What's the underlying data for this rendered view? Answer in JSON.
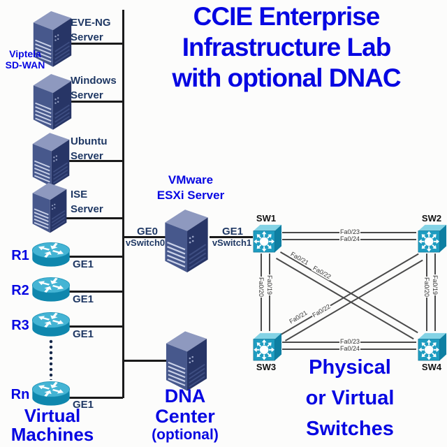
{
  "title": {
    "line1": "CCIE Enterprise",
    "line2": "Infrastructure Lab",
    "line3": "with optional DNAC"
  },
  "colors": {
    "caption_blue": "#0606e2",
    "label_navy": "#1f3864",
    "router_teal": "#44b4d4",
    "switch_teal": "#1e9cc0",
    "server_navy": "#47588c",
    "connector_black": "#1a1a1a",
    "link_gray": "#4a4a4a"
  },
  "left_rail": {
    "sdwan": {
      "line1": "Viptela",
      "line2": "SD-WAN"
    },
    "servers": [
      {
        "name_line1": "EVE-NG",
        "name_line2": "Server"
      },
      {
        "name_line1": "Windows",
        "name_line2": "Server"
      },
      {
        "name_line1": "Ubuntu",
        "name_line2": "Server"
      },
      {
        "name_line1": "ISE",
        "name_line2": "Server"
      }
    ],
    "routers": [
      {
        "id": "R1",
        "port": "GE1"
      },
      {
        "id": "R2",
        "port": "GE1"
      },
      {
        "id": "R3",
        "port": "GE1"
      },
      {
        "id": "Rn",
        "port": "GE1"
      }
    ],
    "caption": {
      "line1": "Virtual",
      "line2": "Machines"
    }
  },
  "esxi": {
    "title_line1": "VMware",
    "title_line2": "ESXi Server",
    "left_port": "GE0",
    "left_vswitch": "vSwitch0",
    "right_port": "GE1",
    "right_vswitch": "vSwitch1"
  },
  "dnac": {
    "line1": "DNA",
    "line2": "Center",
    "line3": "(optional)"
  },
  "switch_lan": {
    "nodes": [
      {
        "id": "SW1"
      },
      {
        "id": "SW2"
      },
      {
        "id": "SW3"
      },
      {
        "id": "SW4"
      }
    ],
    "links": {
      "top": {
        "label1": "Fa0/23",
        "label2": "Fa0/24"
      },
      "bottom": {
        "label1": "Fa0/23",
        "label2": "Fa0/24"
      },
      "left": {
        "label1": "Fa0/19",
        "label2": "Fa0/20"
      },
      "right": {
        "label1": "Fa0/19",
        "label2": "Fa0/20"
      },
      "diag_sw1_sw4": {
        "label1": "Fa0/21",
        "label2": "Fa0/22"
      },
      "diag_sw3_sw2": {
        "label1": "Fa0/21",
        "label2": "Fa0/22"
      }
    },
    "caption": {
      "line1": "Physical",
      "line2": "or Virtual",
      "line3": "Switches"
    }
  }
}
